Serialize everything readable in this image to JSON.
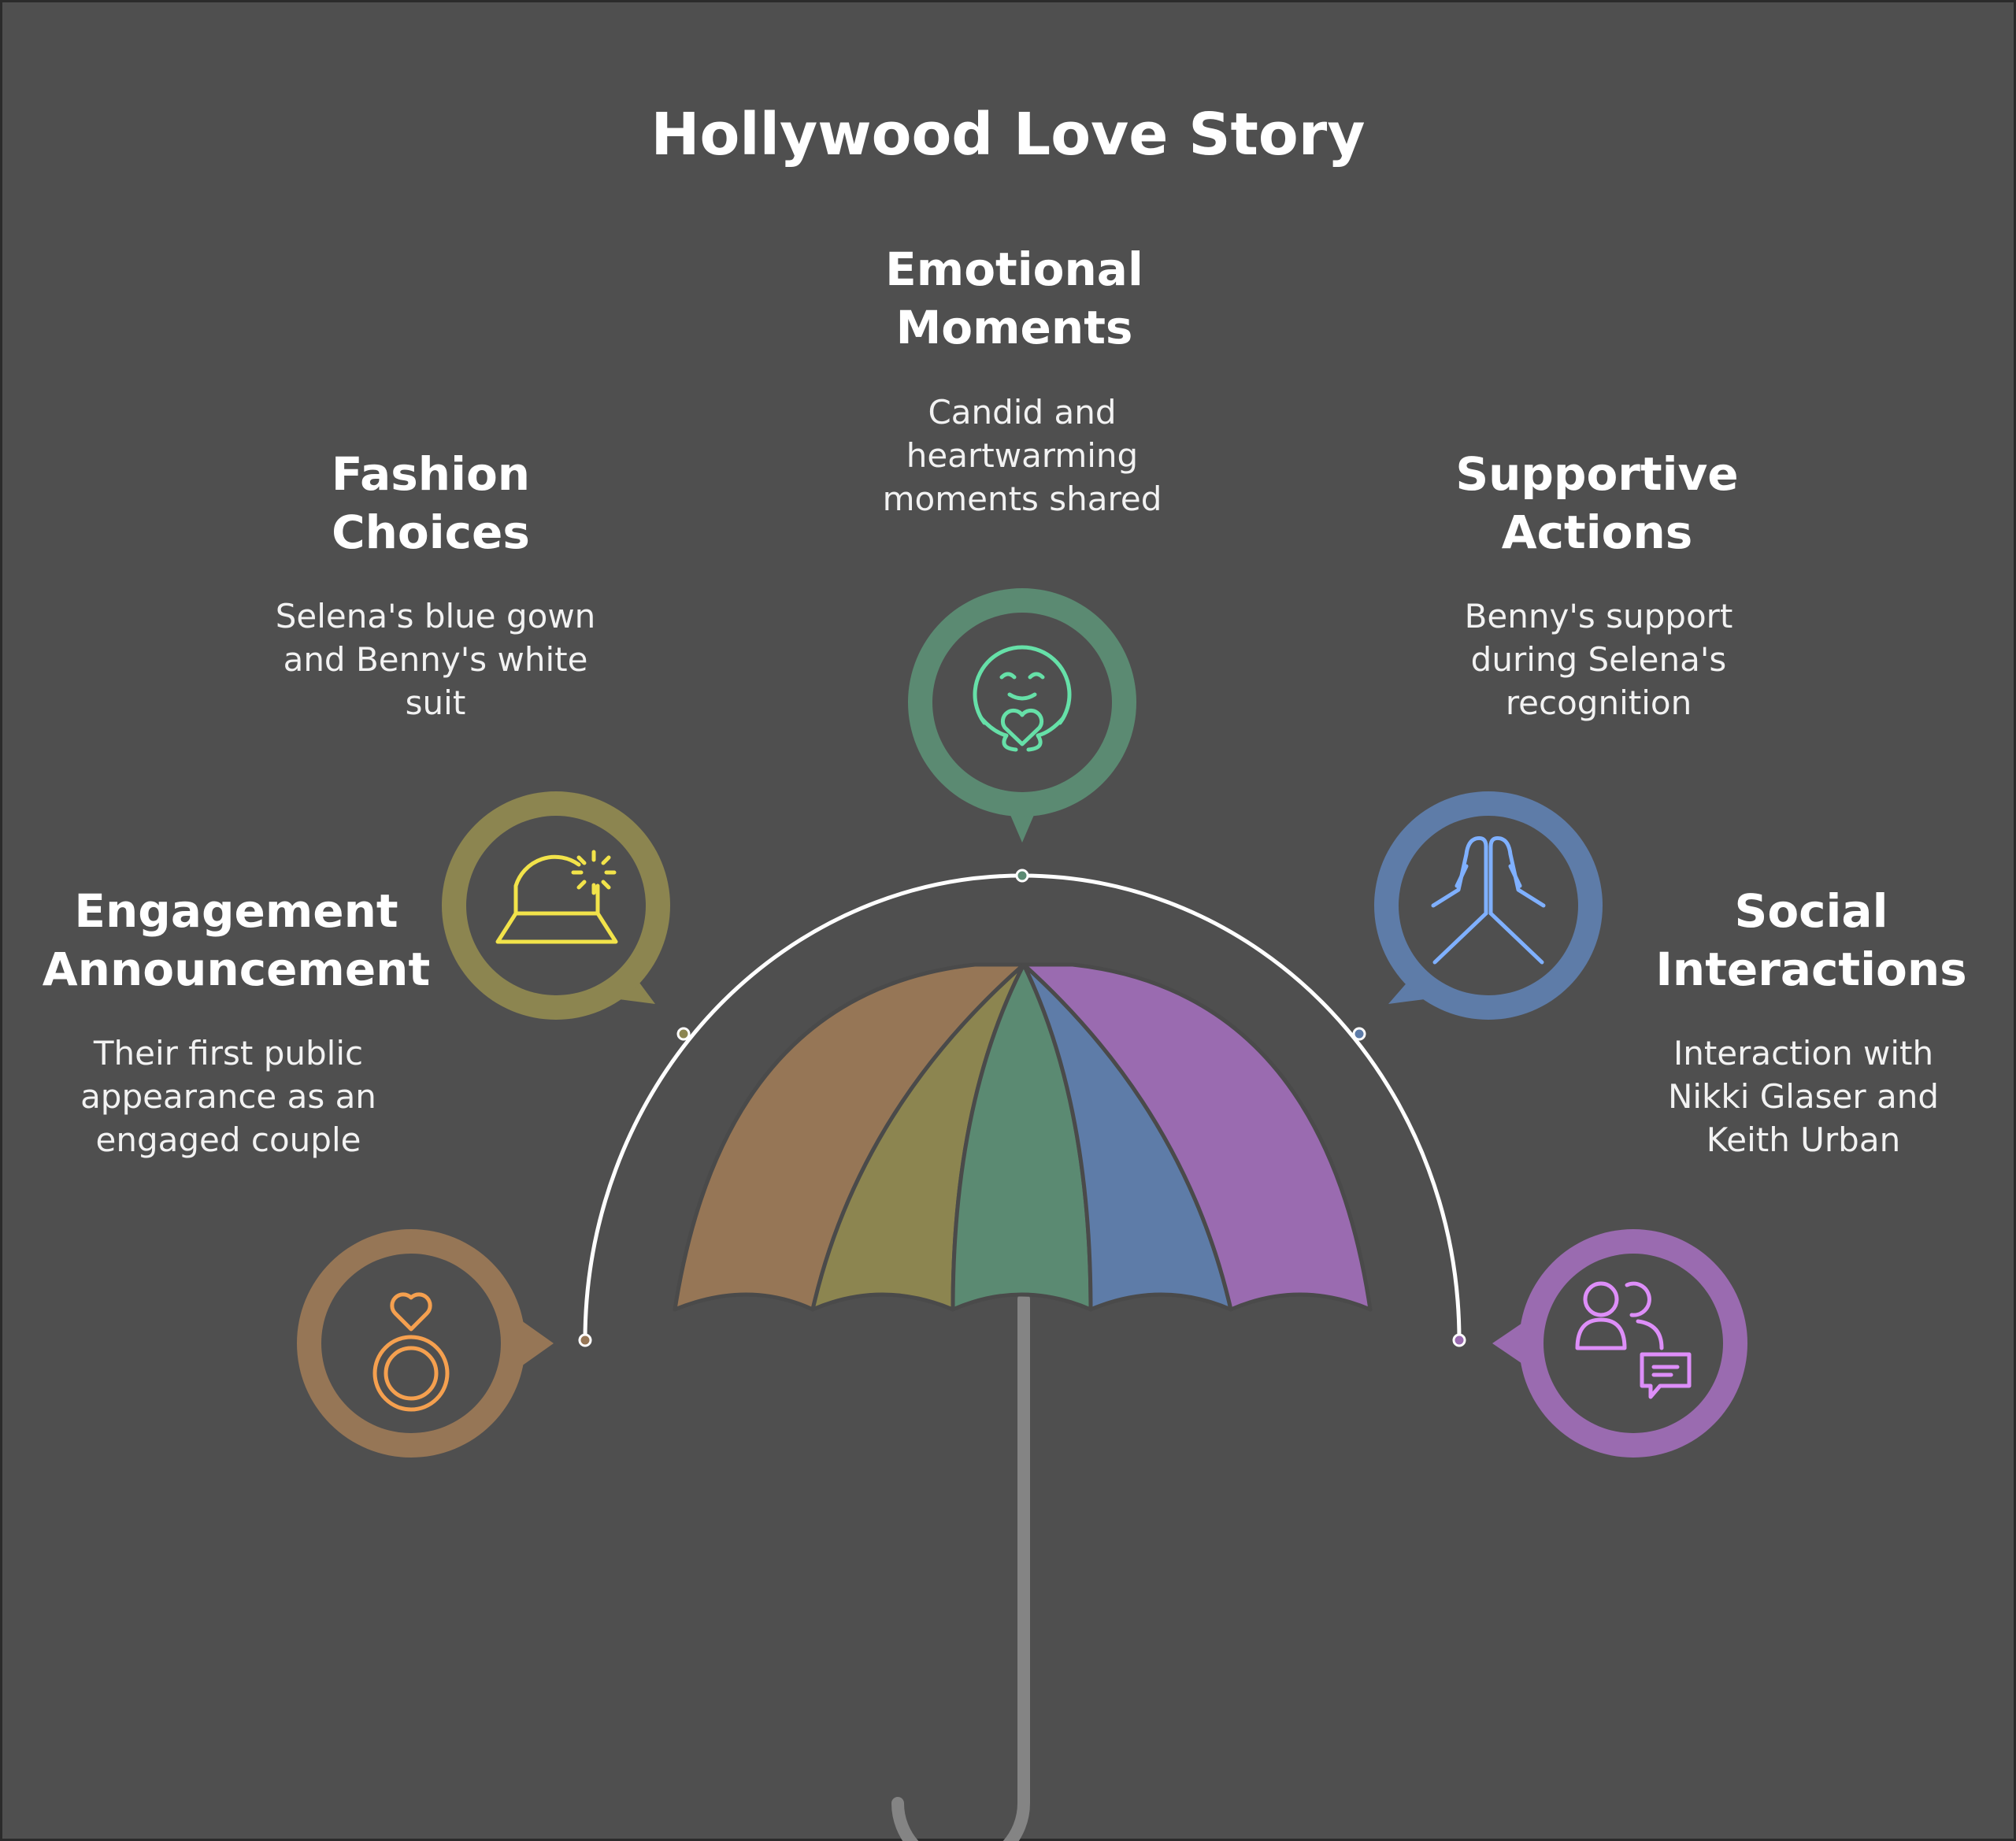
{
  "title": "Hollywood Love Story",
  "items": [
    {
      "heading": [
        "Engagement",
        "Announcement"
      ],
      "description": [
        "Their first public",
        "appearance as an",
        "engaged couple"
      ],
      "icon": "ring-with-heart-icon",
      "color": "#967656",
      "icon_color": "#f5a04f"
    },
    {
      "heading": [
        "Fashion",
        "Choices"
      ],
      "description": [
        "Selena's blue gown",
        "and Benny's white",
        "suit"
      ],
      "icon": "bucket-hat-icon",
      "color": "#8c8550",
      "icon_color": "#f2e34a"
    },
    {
      "heading": [
        "Emotional",
        "Moments"
      ],
      "description": [
        "Candid and",
        "heartwarming",
        "moments shared"
      ],
      "icon": "hugging-face-icon",
      "color": "#5b8a72",
      "icon_color": "#66e0a8"
    },
    {
      "heading": [
        "Supportive",
        "Actions"
      ],
      "description": [
        "Benny's support",
        "during Selena's",
        "recognition"
      ],
      "icon": "praying-hands-icon",
      "color": "#5e7ca8",
      "icon_color": "#7fb0ff"
    },
    {
      "heading": [
        "Social",
        "Interactions"
      ],
      "description": [
        "Interaction with",
        "Nikki Glaser and",
        "Keith Urban"
      ],
      "icon": "users-chat-icon",
      "color": "#9a6bb0",
      "icon_color": "#dd8ef8"
    }
  ],
  "colors": {
    "background": "#4f4f4f",
    "handle": "#848484",
    "arc": "#ffffff"
  }
}
